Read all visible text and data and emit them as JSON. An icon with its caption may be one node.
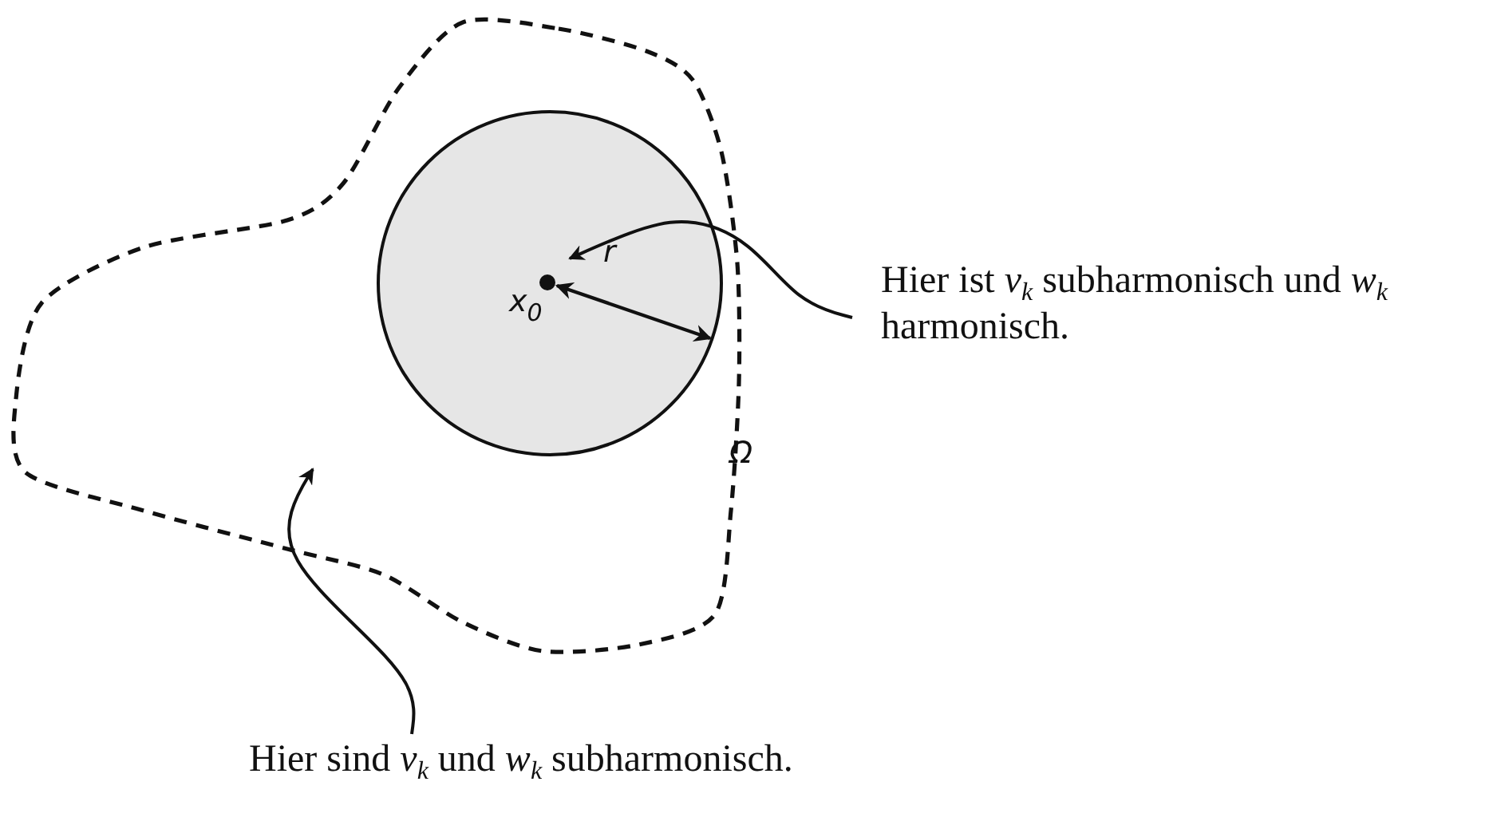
{
  "diagram": {
    "nodes": [
      {
        "text": [],
        "shape": "cloud"
      },
      {
        "text": [],
        "shape": "circle",
        "in": 0
      },
      {
        "text": [
          "Hier ist *v*$_{k}$ subharmonisch und *w*$_{k}$ harmonisch."
        ]
      },
      {
        "text": [
          "Hier sind *v*$_{k}$ und *w*$_{k}$ subharmonisch."
        ]
      }
    ],
    "edges": [
      {
        "from": 2,
        "to": 1,
        "arrow": "to"
      },
      {
        "from": 3,
        "to": 0,
        "arrow": "to"
      }
    ],
    "labels": [
      "r",
      "x$_{0}$",
      "Ω"
    ]
  }
}
